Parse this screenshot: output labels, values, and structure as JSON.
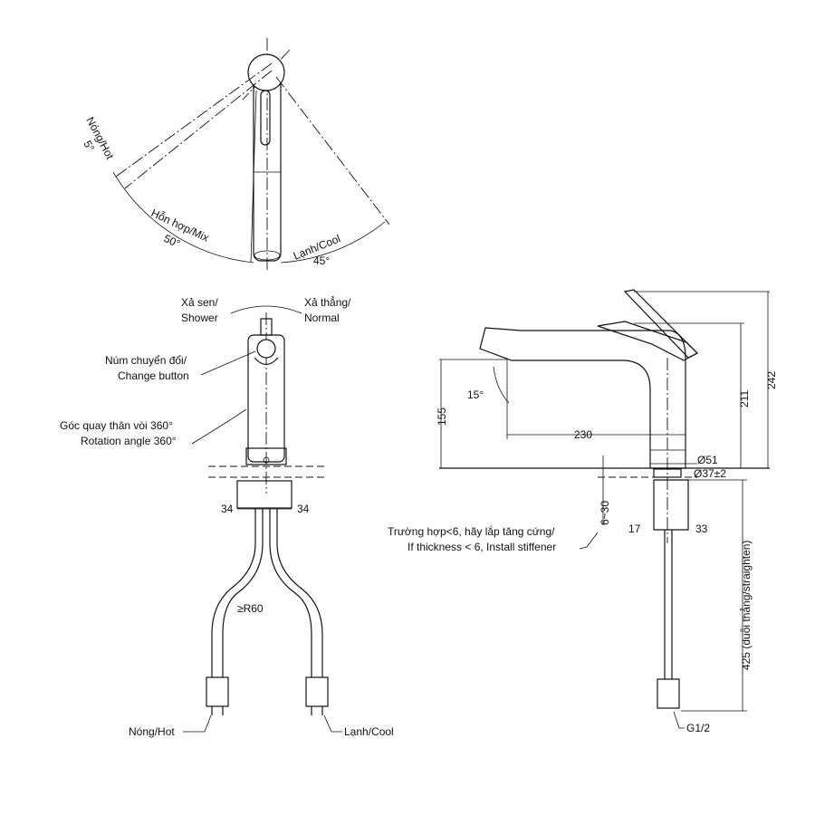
{
  "top_view": {
    "hot_label": "Nóng/Hot",
    "hot_angle": "5°",
    "mix_label": "Hỗn hợp/Mix",
    "mix_angle": "50°",
    "cool_label": "Lạnh/Cool",
    "cool_angle": "45°"
  },
  "front_view": {
    "shower_label_vi": "Xả sen/",
    "shower_label_en": "Shower",
    "normal_label_vi": "Xả thẳng/",
    "normal_label_en": "Normal",
    "change_button_vi": "Núm chuyển đổi/",
    "change_button_en": "Change button",
    "rotation_vi": "Góc quay thân vòi 360°",
    "rotation_en": "Rotation angle 360°",
    "dim_left": "34",
    "dim_right": "34",
    "radius": "≥R60",
    "hot_hose": "Nóng/Hot",
    "cool_hose": "Lạnh/Cool"
  },
  "side_view": {
    "dim_height_spout": "155",
    "spout_angle": "15°",
    "dim_reach": "230",
    "dim_height_211": "211",
    "dim_height_242": "242",
    "dim_dia_51": "Ø51",
    "dim_dia_37": "Ø37±2",
    "dim_thickness": "6~30",
    "stiffener_vi": "Trường hợp<6, hãy lắp tăng cứng/",
    "stiffener_en": "If thickness < 6, Install stiffener",
    "dim_17": "17",
    "dim_33": "33",
    "dim_hose": "425 (duỗi thẳng/straighten)",
    "thread": "G1/2"
  }
}
